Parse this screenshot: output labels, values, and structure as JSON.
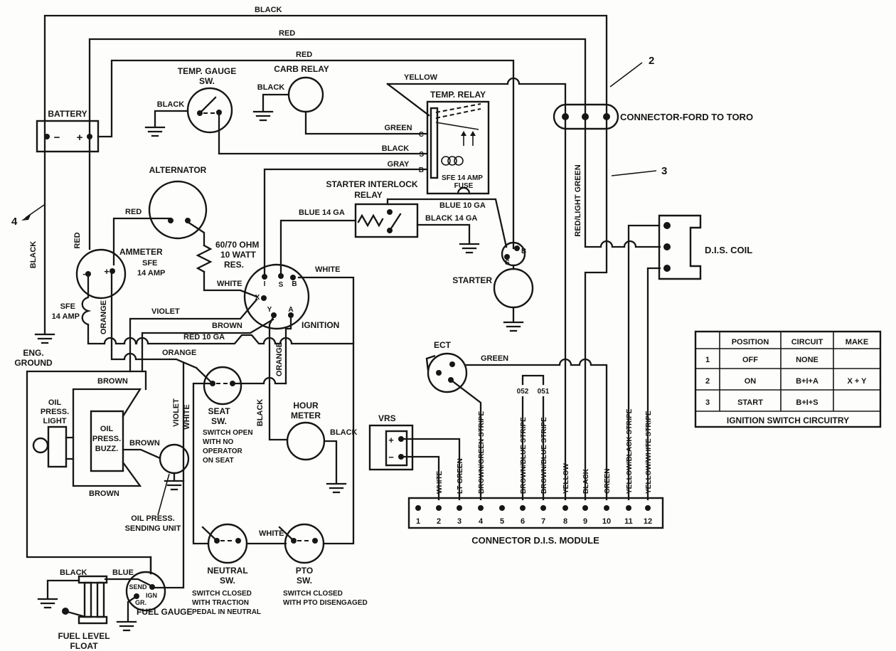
{
  "labels": {
    "black": "BLACK",
    "red": "RED",
    "white": "WHITE",
    "green": "GREEN",
    "gray": "GRAY",
    "yellow": "YELLOW",
    "violet": "VIOLET",
    "brown": "BROWN",
    "orange": "ORANGE",
    "blue": "BLUE",
    "blue_14_ga": "BLUE 14 GA",
    "blue_10_ga": "BLUE 10 GA",
    "black_14_ga": "BLACK 14 GA",
    "red_10_ga": "RED 10 GA",
    "battery": "BATTERY",
    "minus": "−",
    "plus": "+",
    "temp_gauge": "TEMP. GAUGE",
    "sw": "SW.",
    "carb_relay": "CARB RELAY",
    "temp_relay": "TEMP. RELAY",
    "sfe_14_amp": "SFE 14 AMP",
    "fuse": "FUSE",
    "sfe": "SFE",
    "amp_14": "14 AMP",
    "alternator": "ALTERNATOR",
    "ammeter": "AMMETER",
    "res_ohm": "60/70 OHM",
    "res_watt": "10 WATT",
    "res": "RES.",
    "ignition": "IGNITION",
    "starter_interlock": "STARTER INTERLOCK",
    "relay": "RELAY",
    "starter": "STARTER",
    "eng": "ENG.",
    "ground": "GROUND",
    "connector_ford": "CONNECTOR-FORD TO TORO",
    "dis_coil": "D.I.S. COIL",
    "red_light_green": "RED/LIGHT GREEN",
    "ect": "ECT",
    "vrs": "VRS",
    "oil": "OIL",
    "press": "PRESS.",
    "light": "LIGHT",
    "buzz": "BUZZ.",
    "oil_press": "OIL PRESS.",
    "sending_unit": "SENDING UNIT",
    "seat": "SEAT",
    "switch_open": "SWITCH OPEN",
    "with_no": "WITH NO",
    "operator": "OPERATOR",
    "on_seat": "ON SEAT",
    "hour": "HOUR",
    "meter": "METER",
    "neutral": "NEUTRAL",
    "switch_closed": "SWITCH CLOSED",
    "with_traction": "WITH TRACTION",
    "pedal_in_neutral": "PEDAL IN NEUTRAL",
    "pto": "PTO",
    "with_pto_disengaged": "WITH PTO DISENGAGED",
    "fuel_gauge": "FUEL GAUGE",
    "send": "SEND",
    "ign": "IGN",
    "gr": "GR.",
    "fuel_level": "FUEL LEVEL",
    "float": "FLOAT",
    "lt_green": "LT GREEN",
    "brown_green_stripe": "BROWN/GREEN STRIPE",
    "brown_blue_stripe": "BROWN/BLUE STRIPE",
    "yellow_black_stripe": "YELLOW/BLACK STRIPE",
    "yellow_white_stripe": "YELLOW/WHITE STRIPE",
    "connector_dis_module": "CONNECTOR  D.I.S. MODULE",
    "c": "C",
    "s": "S",
    "b": "B",
    "i": "I",
    "x": "X",
    "y": "Y",
    "a": "A",
    "code_052": "052",
    "code_051": "051"
  },
  "callouts": {
    "c2": "2",
    "c3": "3",
    "c4": "4"
  },
  "pins": [
    "1",
    "2",
    "3",
    "4",
    "5",
    "6",
    "7",
    "8",
    "9",
    "10",
    "11",
    "12"
  ],
  "table": {
    "headers": [
      "",
      "POSITION",
      "CIRCUIT",
      "MAKE"
    ],
    "rows": [
      [
        "1",
        "OFF",
        "NONE",
        ""
      ],
      [
        "2",
        "ON",
        "B+I+A",
        "X + Y"
      ],
      [
        "3",
        "START",
        "B+I+S",
        ""
      ]
    ],
    "footer": "IGNITION SWITCH CIRCUITRY"
  },
  "colors": {
    "ink": "#161616",
    "paper": "#fdfdfb"
  }
}
